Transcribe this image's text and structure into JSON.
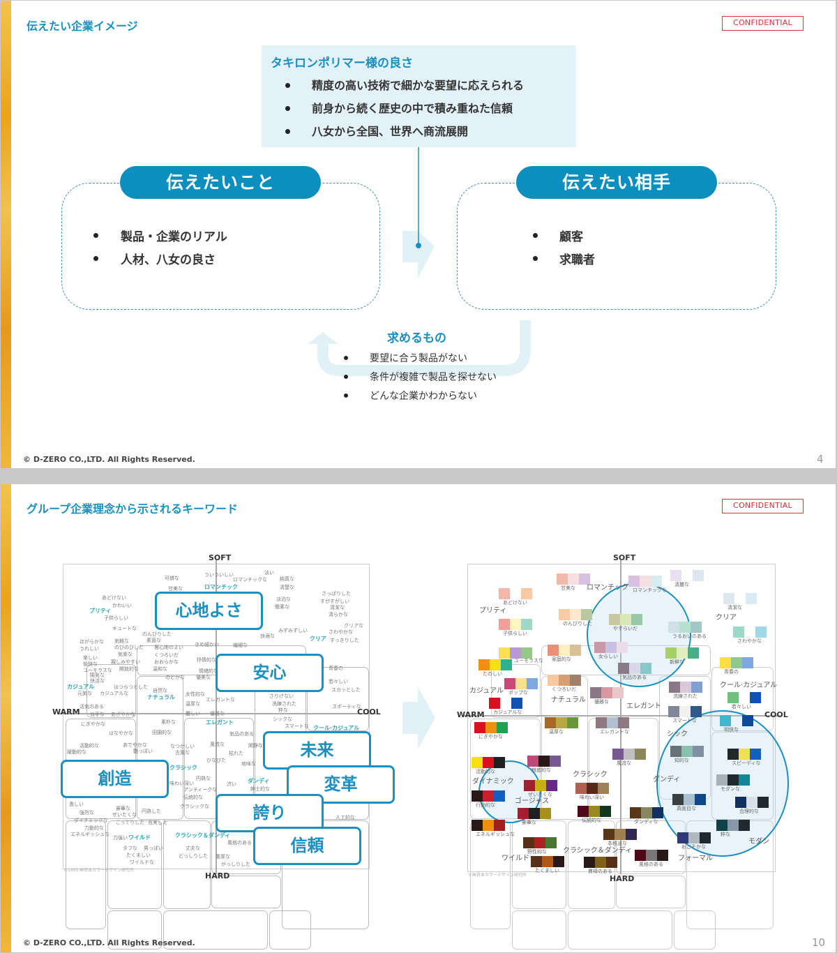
{
  "slide1": {
    "title": "伝えたい企業イメージ",
    "confidential": "CONFIDENTIAL",
    "strengths": {
      "title": "タキロンポリマー様の良さ",
      "items": [
        "精度の高い技術で細かな要望に応えられる",
        "前身から続く歴史の中で積み重ねた信頼",
        "八女から全国、世界へ商流展開"
      ]
    },
    "message": {
      "label": "伝えたいこと",
      "items": [
        "製品・企業のリアル",
        "人材、八女の良さ"
      ]
    },
    "audience": {
      "label": "伝えたい相手",
      "items": [
        "顧客",
        "求職者"
      ]
    },
    "needs": {
      "title": "求めるもの",
      "items": [
        "要望に合う製品がない",
        "条件が複雑で製品を探せない",
        "どんな企業かわからない"
      ]
    },
    "footer": "© D-ZERO CO.,LTD. All Rights Reserved.",
    "page": "4"
  },
  "slide2": {
    "title": "グループ企業理念から示されるキーワード",
    "confidential": "CONFIDENTIAL",
    "axes": {
      "top": "SOFT",
      "bottom": "HARD",
      "left": "WARM",
      "right": "COOL"
    },
    "copyright_left": "©1995 ㈱日本カラーデザイン研究所",
    "copyright_right": "©㈱日本カラーデザイン研究所",
    "keywords": [
      "心地よさ",
      "安心",
      "未来",
      "創造",
      "変革",
      "誇り",
      "信頼"
    ],
    "word_categories": [
      "ロマンチック",
      "プリティ",
      "クリア",
      "カジュアル",
      "ナチュラル",
      "エレガント",
      "クール·カジュアル",
      "クラシック",
      "ダンディ",
      "ワイルド",
      "クラシック＆ダンディ"
    ],
    "words": [
      "可憐な",
      "ういういしい",
      "淡い",
      "純真な",
      "甘美な",
      "ロマンチックな",
      "清楚な",
      "あどけない",
      "かわいい",
      "子供らしい",
      "キュートな",
      "のんびりした",
      "素直な",
      "淡泊な",
      "簡素な",
      "みずみずしい",
      "快適な",
      "さっぱりした",
      "すがすがしい",
      "清潔な",
      "清らかな",
      "クリアな",
      "さわやかな",
      "すっきりした",
      "ほがらかな",
      "うれしい",
      "気軽な",
      "のびのびした",
      "気楽な",
      "親しみやすい",
      "開放的な",
      "楽しい",
      "愉快な",
      "ユーモラスな",
      "陽気な",
      "快活な",
      "はつらつとした",
      "元気な",
      "カジュアルな",
      "居心地のよい",
      "くつろいだ",
      "おおらかな",
      "温和な",
      "のどかな",
      "自然な",
      "きめ細かい",
      "繊細な",
      "抒情的な",
      "情緒的な",
      "優美な",
      "女性的な",
      "エレガントな",
      "温厚な",
      "麗しい",
      "優雅な",
      "さりげない",
      "洗練された",
      "粋な",
      "シックな",
      "スマートな",
      "青春の",
      "若々しい",
      "スカッとした",
      "スポーティな",
      "活気のある",
      "派手な",
      "あざやかな",
      "にぎやかな",
      "はなやかな",
      "素朴な",
      "田園的な",
      "気品のある",
      "活動的な",
      "躍動的な",
      "あでやかな",
      "艶っぽい",
      "なつかしい",
      "古風な",
      "風流な",
      "閑静な",
      "枯れた",
      "ひなびた",
      "地味な",
      "円熟な",
      "味わい深い",
      "アンティークな",
      "伝統的な",
      "クラシックな",
      "渋い",
      "紳士的な",
      "激しい",
      "強烈な",
      "ダイナミックな",
      "力動的な",
      "エネルギッシュな",
      "豪華な",
      "ぜいたくな",
      "円熟した",
      "こってりした",
      "充実した",
      "人工的な",
      "力強い",
      "タフな",
      "男っぽい",
      "たくましい",
      "ワイルドな",
      "丈夫な",
      "どっしりした",
      "重厚な",
      "風格のある",
      "がっしりした"
    ],
    "color_categories": [
      "ロマンチック",
      "プリティ",
      "クリア",
      "カジュアル",
      "ナチュラル",
      "エレガント",
      "クール·カジュアル",
      "シック",
      "ダイナミック",
      "ゴージャス",
      "クラシック",
      "ダンディ",
      "ワイルド",
      "クラシック＆ダンディ",
      "フォーマル",
      "モダン"
    ],
    "swatches": [
      {
        "label": "甘美な",
        "colors": [
          "#f2b8a8",
          "#f5dfe0",
          "#d8c0e0"
        ]
      },
      {
        "label": "ロマンチックな",
        "colors": [
          "#d8c0e0",
          "#f5dfe0",
          "#d8ecf0"
        ]
      },
      {
        "label": "清麗な",
        "colors": [
          "#eadff0",
          "transparent",
          "#dde6ee"
        ]
      },
      {
        "label": "あどけない",
        "colors": [
          "#f4b5aa",
          "transparent",
          "#f8c9a5"
        ]
      },
      {
        "label": "子供らしい",
        "colors": [
          "#f0a096",
          "#fdf4c0",
          "#9ed8c8"
        ]
      },
      {
        "label": "のんびりした",
        "colors": [
          "#f8cba5",
          "#fde8cc",
          "#b8c8a0"
        ]
      },
      {
        "label": "やすらいだ",
        "colors": [
          "#c8c8a0",
          "#d8e8b8",
          "#98c8a8"
        ]
      },
      {
        "label": "うるおいのある",
        "colors": [
          "#d0e0e8",
          "#b8e0d0",
          "#a0c8c8"
        ]
      },
      {
        "label": "清潔な",
        "colors": [
          "#dde8ee",
          "transparent",
          "#d8ecf4"
        ]
      },
      {
        "label": "さわやかな",
        "colors": [
          "#9ed8c8",
          "transparent",
          "#a0d8e8"
        ]
      },
      {
        "label": "ユーモラスな",
        "colors": [
          "#f8e050",
          "#b898d8",
          "#98c888"
        ]
      },
      {
        "label": "家庭的な",
        "colors": [
          "#e89078",
          "#fdf0c0",
          "#d8c098"
        ]
      },
      {
        "label": "女らしい",
        "colors": [
          "#c898a8",
          "#c8c0e0",
          "#e8dde8"
        ]
      },
      {
        "label": "新鮮な",
        "colors": [
          "#a8d068",
          "#e0eec0",
          "#48b088"
        ]
      },
      {
        "label": "たのしい",
        "colors": [
          "#f09010",
          "#f8e010",
          "#30b090"
        ]
      },
      {
        "label": "気品のある",
        "colors": [
          "#8a7a88",
          "#d8d8e8",
          "#88c8c8"
        ]
      },
      {
        "label": "青春の",
        "colors": [
          "#f8e040",
          "#90c890",
          "#80a8e0"
        ]
      },
      {
        "label": "ポップな",
        "colors": [
          "#c84878",
          "#f8e090",
          "#80a8e0"
        ]
      },
      {
        "label": "くつろいだ",
        "colors": [
          "#f8c8a0",
          "#d8a070",
          "#a08068"
        ]
      },
      {
        "label": "優雅な",
        "colors": [
          "#8a7888",
          "#d898a0",
          "#e8c8c8"
        ]
      },
      {
        "label": "洗練された",
        "colors": [
          "#8a7888",
          "#d8c8d8",
          "#80a0d0"
        ]
      },
      {
        "label": "カジュアルな",
        "colors": [
          "#d81020",
          "transparent",
          "#1050b0"
        ]
      },
      {
        "label": "若々しい",
        "colors": [
          "#70c080",
          "transparent",
          "#1050b8"
        ]
      },
      {
        "label": "スマートな",
        "colors": [
          "#808898",
          "#f0f0f0",
          "#305888"
        ]
      },
      {
        "label": "温厚な",
        "colors": [
          "#a86828",
          "#b8a840",
          "#689838"
        ]
      },
      {
        "label": "エレガントな",
        "colors": [
          "#907880",
          "#b0c0d0",
          "#907880"
        ]
      },
      {
        "label": "明快な",
        "colors": [
          "#40b8d0",
          "transparent",
          "#104898"
        ]
      },
      {
        "label": "にぎやかな",
        "colors": [
          "#d81020",
          "#f09010",
          "#20a050"
        ]
      },
      {
        "label": "風流な",
        "colors": [
          "#785890",
          "#c0c0c0",
          "#888858"
        ]
      },
      {
        "label": "知的な",
        "colors": [
          "#687078",
          "#88c0b0",
          "#8090a0"
        ]
      },
      {
        "label": "スピーディな",
        "colors": [
          "#202828",
          "#f0e050",
          "#1060c0"
        ]
      },
      {
        "label": "活動的な",
        "colors": [
          "#f8e010",
          "#d81020",
          "#202020"
        ]
      },
      {
        "label": "魅惑的な",
        "colors": [
          "#c04878",
          "#281818",
          "#785890"
        ]
      },
      {
        "label": "ぜいたくな",
        "colors": [
          "#a02030",
          "#c8b010",
          "#682888"
        ]
      },
      {
        "label": "モダンな",
        "colors": [
          "#a8b0b8",
          "#202830",
          "#108898"
        ]
      },
      {
        "label": "味わい深い",
        "colors": [
          "#b06050",
          "#582818",
          "#a08058"
        ]
      },
      {
        "label": "行動的な",
        "colors": [
          "#281818",
          "#c82030",
          "#1060c0"
        ]
      },
      {
        "label": "真面目な",
        "colors": [
          "#384040",
          "#a8c0d0",
          "#104888"
        ]
      },
      {
        "label": "合理的な",
        "colors": [
          "#103060",
          "#d8e0e8",
          "#202830"
        ]
      },
      {
        "label": "豪華な",
        "colors": [
          "#a02030",
          "#202020",
          "#a89020"
        ]
      },
      {
        "label": "伝統的な",
        "colors": [
          "#500818",
          "#988820",
          "#103820"
        ]
      },
      {
        "label": "ダンディな",
        "colors": [
          "#583818",
          "#888860",
          "#103060"
        ]
      },
      {
        "label": "エネルギッシュな",
        "colors": [
          "#281818",
          "#f09010",
          "#a02020"
        ]
      },
      {
        "label": "粋な",
        "colors": [
          "#104048",
          "#8898a8",
          "#202830"
        ]
      },
      {
        "label": "本格派な",
        "colors": [
          "#583818",
          "#a08050",
          "#302850"
        ]
      },
      {
        "label": "野性的な",
        "colors": [
          "#583018",
          "#b02020",
          "#487830"
        ]
      },
      {
        "label": "おごそかな",
        "colors": [
          "#303878",
          "#b0b8c0",
          "#202830"
        ]
      },
      {
        "label": "風格のある",
        "colors": [
          "#500818",
          "#787878",
          "#281818"
        ]
      },
      {
        "label": "たくましい",
        "colors": [
          "#583018",
          "#b05818",
          "#281818"
        ]
      },
      {
        "label": "貫禄のある",
        "colors": [
          "#281818",
          "#806018",
          "#583018"
        ]
      }
    ],
    "footer": "© D-ZERO CO.,LTD. All Rights Reserved.",
    "page": "10"
  }
}
